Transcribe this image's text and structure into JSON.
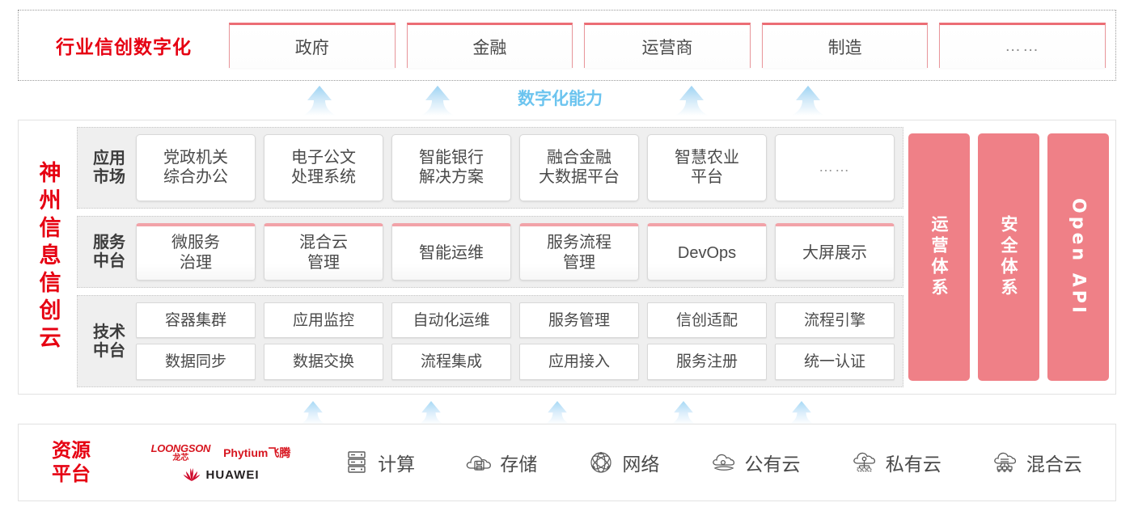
{
  "industry": {
    "title": "行业信创数字化",
    "boxes": [
      {
        "label": "政府"
      },
      {
        "label": "金融"
      },
      {
        "label": "运营商"
      },
      {
        "label": "制造"
      },
      {
        "label": "……"
      }
    ]
  },
  "capability": {
    "label": "数字化能力",
    "arrow_icon": "up-arrow-icon",
    "arrow_color": "#cfe8f8",
    "count": 4
  },
  "core": {
    "title": "神州信息信创云",
    "layers": [
      {
        "key": "apps",
        "label": "应用\n市场",
        "label_line1": "应用",
        "label_line2": "市场",
        "accent": false,
        "items": [
          {
            "line1": "党政机关",
            "line2": "综合办公"
          },
          {
            "line1": "电子公文",
            "line2": "处理系统"
          },
          {
            "line1": "智能银行",
            "line2": "解决方案"
          },
          {
            "line1": "融合金融",
            "line2": "大数据平台"
          },
          {
            "line1": "智慧农业",
            "line2": "平台"
          },
          {
            "line1": "……",
            "line2": ""
          }
        ]
      },
      {
        "key": "services",
        "label_line1": "服务",
        "label_line2": "中台",
        "accent": true,
        "items": [
          {
            "line1": "微服务",
            "line2": "治理"
          },
          {
            "line1": "混合云",
            "line2": "管理"
          },
          {
            "line1": "智能运维",
            "line2": ""
          },
          {
            "line1": "服务流程",
            "line2": "管理"
          },
          {
            "line1": "DevOps",
            "line2": ""
          },
          {
            "line1": "大屏展示",
            "line2": ""
          }
        ]
      },
      {
        "key": "tech",
        "label_line1": "技术",
        "label_line2": "中台",
        "accent": false,
        "row1": [
          "容器集群",
          "应用监控",
          "自动化运维",
          "服务管理",
          "信创适配",
          "流程引擎"
        ],
        "row2": [
          "数据同步",
          "数据交换",
          "流程集成",
          "应用接入",
          "服务注册",
          "统一认证"
        ]
      }
    ],
    "pillars": [
      {
        "label": "运营体系",
        "latin": false
      },
      {
        "label": "安全体系",
        "latin": false
      },
      {
        "label": "Open API",
        "latin": true
      }
    ],
    "pillar_color": "#ef8087"
  },
  "bottom_arrows": {
    "icon": "up-arrow-icon",
    "count": 5,
    "color": "#cfe8f8"
  },
  "resource": {
    "title_line1": "资源",
    "title_line2": "平台",
    "vendors": [
      {
        "name_en": "LOONGSON",
        "name_cn": "龙芯",
        "icon": "loongson-logo"
      },
      {
        "name_en": "Phytium飞腾",
        "icon": "phytium-logo"
      },
      {
        "name_en": "HUAWEI",
        "icon": "huawei-logo"
      }
    ],
    "items": [
      {
        "label": "计算",
        "icon": "server-icon"
      },
      {
        "label": "存储",
        "icon": "cloud-storage-icon"
      },
      {
        "label": "网络",
        "icon": "network-icon"
      },
      {
        "label": "公有云",
        "icon": "public-cloud-icon"
      },
      {
        "label": "私有云",
        "icon": "private-cloud-icon"
      },
      {
        "label": "混合云",
        "icon": "hybrid-cloud-icon"
      }
    ]
  },
  "colors": {
    "brand_red": "#e60012",
    "accent_pink": "#ef8087",
    "arrow_blue": "#8ecdf0",
    "panel_gray": "#efefef"
  }
}
